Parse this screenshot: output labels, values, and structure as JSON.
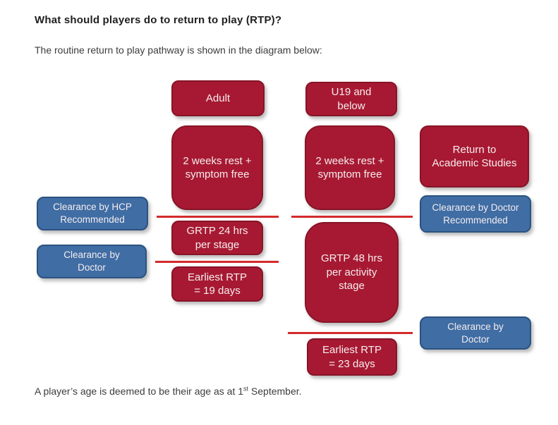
{
  "colors": {
    "box_red": "#a71932",
    "box_red_border": "#871427",
    "box_blue": "#3f6da4",
    "box_blue_border": "#2c5380",
    "connector_red": "#d22b2b",
    "box_text": "#f5edee",
    "heading_text": "#1f1f1f",
    "body_text": "#3c3c3c"
  },
  "page": {
    "heading": "What should players do to return to play (RTP)?",
    "intro": "The routine return to play pathway is shown in the diagram below:",
    "footnote_pre": "A player’s age is deemed to be their age as at 1",
    "footnote_sup": "st",
    "footnote_post": " September."
  },
  "diagram": {
    "adult_branch": {
      "header": "Adult",
      "rest": "2 weeks rest +\nsymptom free",
      "grtp": "GRTP 24 hrs\nper stage",
      "earliest": "Earliest RTP\n= 19 days",
      "clearance_hcp": "Clearance by HCP\nRecommended",
      "clearance_doctor": "Clearance by\nDoctor"
    },
    "u19_branch": {
      "header": "U19  and\nbelow",
      "rest": "2 weeks rest +\nsymptom free",
      "grtp": "GRTP 48 hrs\nper activity\nstage",
      "earliest": "Earliest RTP\n= 23 days",
      "return_academic": "Return to\nAcademic Studies",
      "clearance_doctor_rec": "Clearance by Doctor\nRecommended",
      "clearance_doctor": "Clearance by\nDoctor"
    }
  }
}
